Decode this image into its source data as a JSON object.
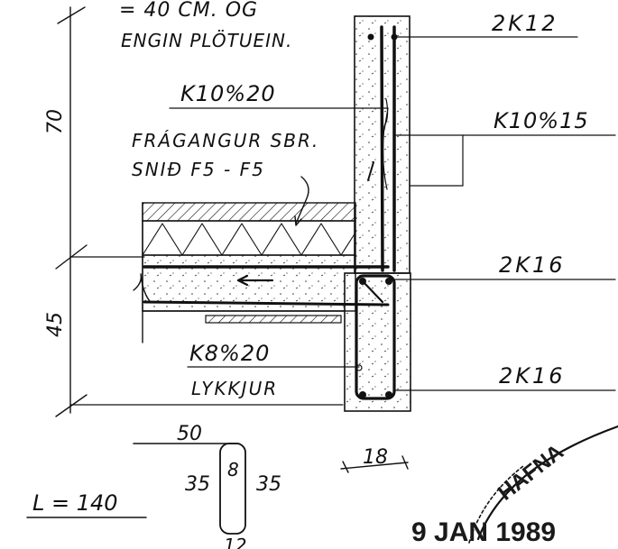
{
  "notes": {
    "line1": "= 40 CM. OG",
    "line2": "ENGIN PLÖTUEIN.",
    "fragangur_1": "FRÁGANGUR SBR.",
    "fragangur_2": "SNIÐ F5 - F5",
    "lykkjur": "LYKKJUR"
  },
  "rebar_labels": {
    "top_bars": "2K12",
    "wall_stirrups_left": "K10%20",
    "wall_stirrups_right": "K10%15",
    "middle_bars": "2K16",
    "bottom_bars": "2K16",
    "loop_bars": "K8%20"
  },
  "dimensions": {
    "upper": "70",
    "lower": "45",
    "hook_width": "50",
    "loop_left": "35",
    "loop_inner": "8",
    "loop_right": "35",
    "loop_bottom": "12",
    "cover": "18",
    "length": "L = 140"
  },
  "stamp": {
    "text": "HAFNA",
    "date": "9 JAN 1989"
  }
}
